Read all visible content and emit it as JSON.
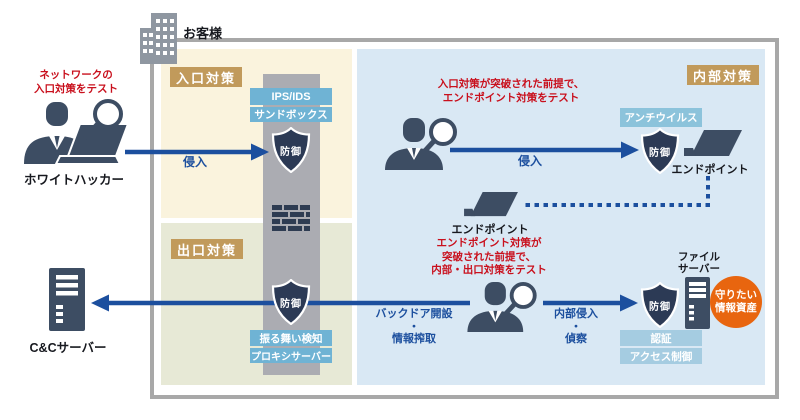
{
  "colors": {
    "arrow_blue": "#1C4F9E",
    "alert_red": "#C9101D",
    "zone_title_tan": "#C19A5B",
    "tag_blue": "#6FB3D4",
    "tag_blue_light": "#8CC3DB",
    "tag_blue_lighter": "#A5CCE1",
    "shield_navy": "#2C3A55",
    "icon_navy": "#3D4D63",
    "panel_yellow": "#FAF3DD",
    "panel_green": "#E7E9D6",
    "panel_blue": "#D9E8F4",
    "bar_gray": "#ABACB2",
    "asset_orange": "#E8650F"
  },
  "customer": {
    "label": "お客様"
  },
  "left": {
    "note": "ネットワークの\n入口対策をテスト",
    "hacker": "ホワイトハッカー",
    "cc_server": "C&Cサーバー"
  },
  "entrance": {
    "title": "入口対策",
    "tags": [
      "IPS/IDS",
      "サンドボックス"
    ],
    "arrow_label": "侵入"
  },
  "exit": {
    "title": "出口対策",
    "tags": [
      "振る舞い検知",
      "プロキシサーバー"
    ],
    "arrow_label": "バックドア開設\n・\n情報搾取"
  },
  "internal": {
    "title": "内部対策",
    "note_top": "入口対策が突破された前提で、\nエンドポイント対策をテスト",
    "arrow_label_top": "侵入",
    "antivirus_tag": "アンチウイルス",
    "endpoint1": "エンドポイント",
    "endpoint2": "エンドポイント",
    "note_bottom": "エンドポイント対策が\n突破された前提で、\n内部・出口対策をテスト",
    "arrow_label_bottom": "内部侵入\n・\n偵察",
    "file_server": "ファイル\nサーバー",
    "asset": "守りたい\n情報資産",
    "tags": [
      "認証",
      "アクセス制御"
    ]
  },
  "shield_label": "防御"
}
